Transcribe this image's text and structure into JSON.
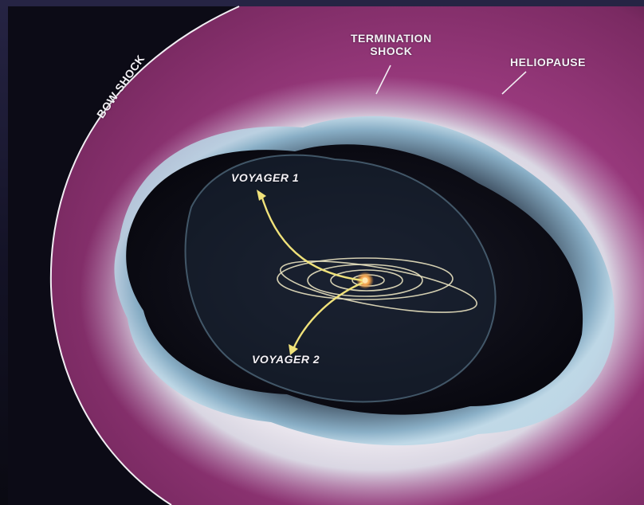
{
  "labels": {
    "termination_shock_line1": "TERMINATION",
    "termination_shock_line2": "SHOCK",
    "heliopause": "HELIOPAUSE",
    "bow_shock": "BOW SHOCK",
    "voyager1": "VOYAGER 1",
    "voyager2": "VOYAGER 2"
  },
  "colors": {
    "space": "#0b0a14",
    "heliosheath_band": "#7a2a62",
    "glow": "#e6ecf0",
    "termination_shell": "#9fc6da",
    "inner_dark": "#0d0d18",
    "orbit": "#e9e2c0",
    "trajectory": "#f0e27a",
    "sun": "#f3a24a"
  }
}
